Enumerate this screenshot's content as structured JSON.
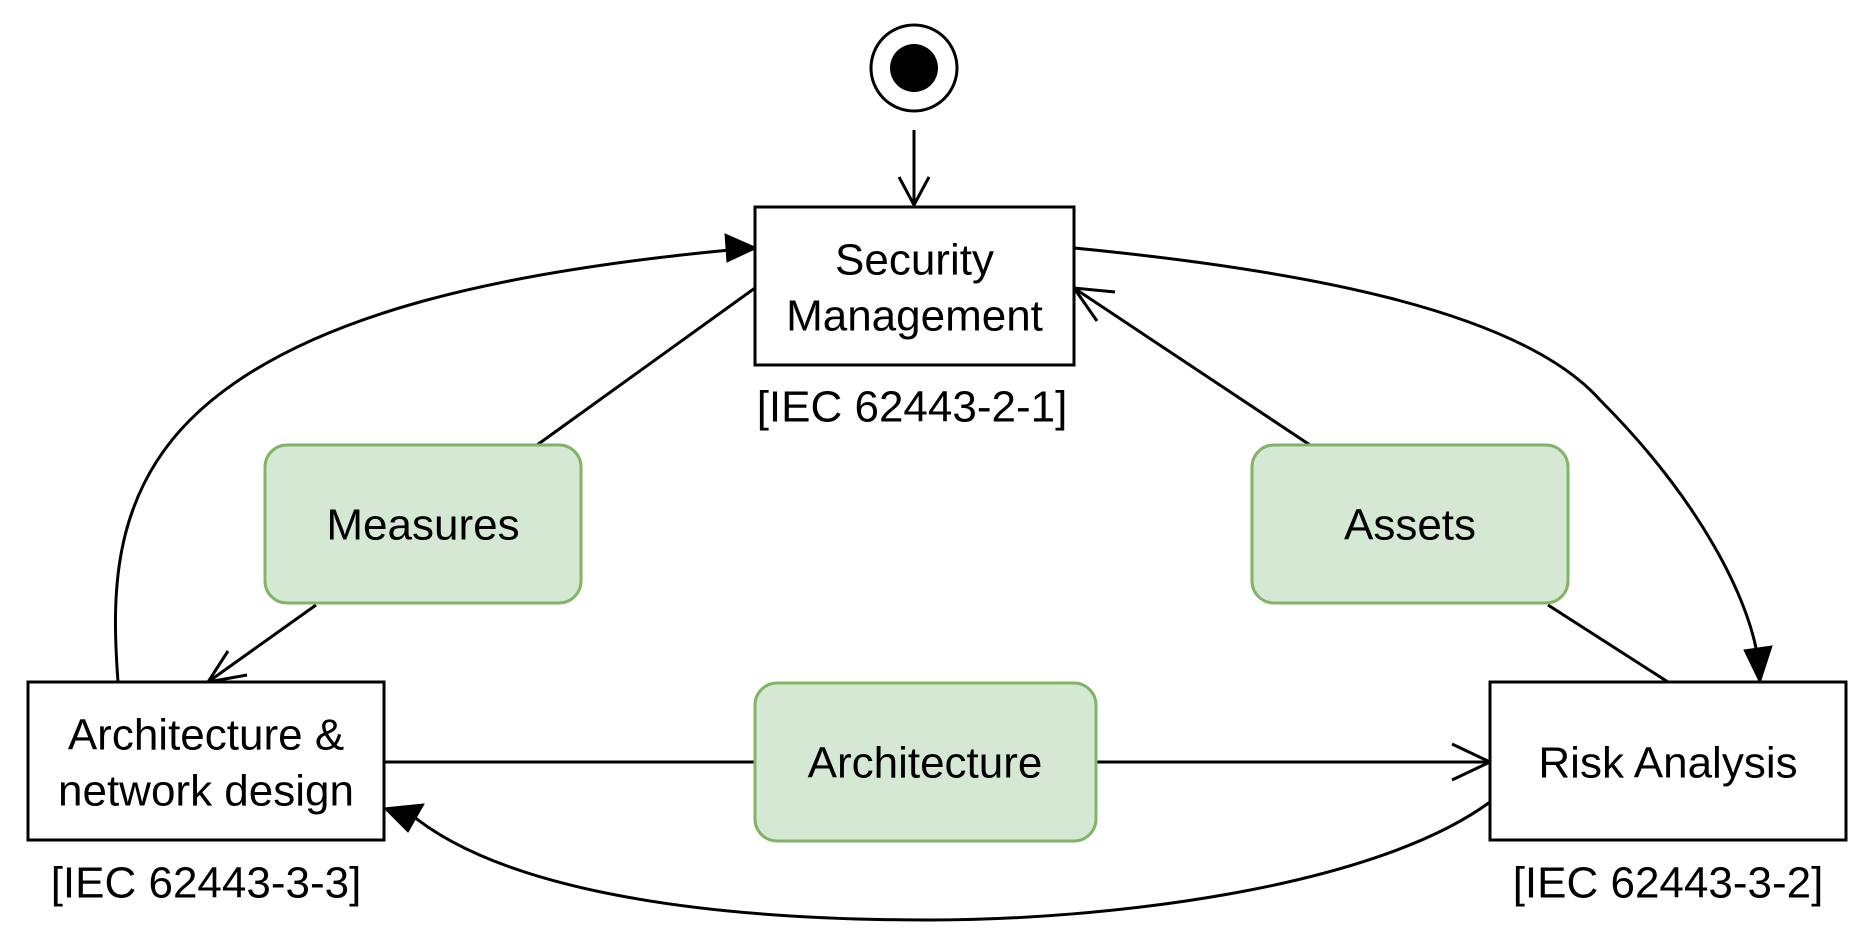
{
  "colors": {
    "artifact_fill": "#d5e8d4",
    "artifact_stroke": "#82b366",
    "line": "#000000"
  },
  "nodes": {
    "security_management": {
      "lines": [
        "Security",
        "Management"
      ],
      "reference": "[IEC 62443-2-1]"
    },
    "architecture_network_design": {
      "lines": [
        "Architecture &",
        "network design"
      ],
      "reference": "[IEC 62443-3-3]"
    },
    "risk_analysis": {
      "lines": [
        "Risk Analysis"
      ],
      "reference": "[IEC 62443-3-2]"
    }
  },
  "artifacts": {
    "measures": "Measures",
    "assets": "Assets",
    "architecture": "Architecture"
  }
}
